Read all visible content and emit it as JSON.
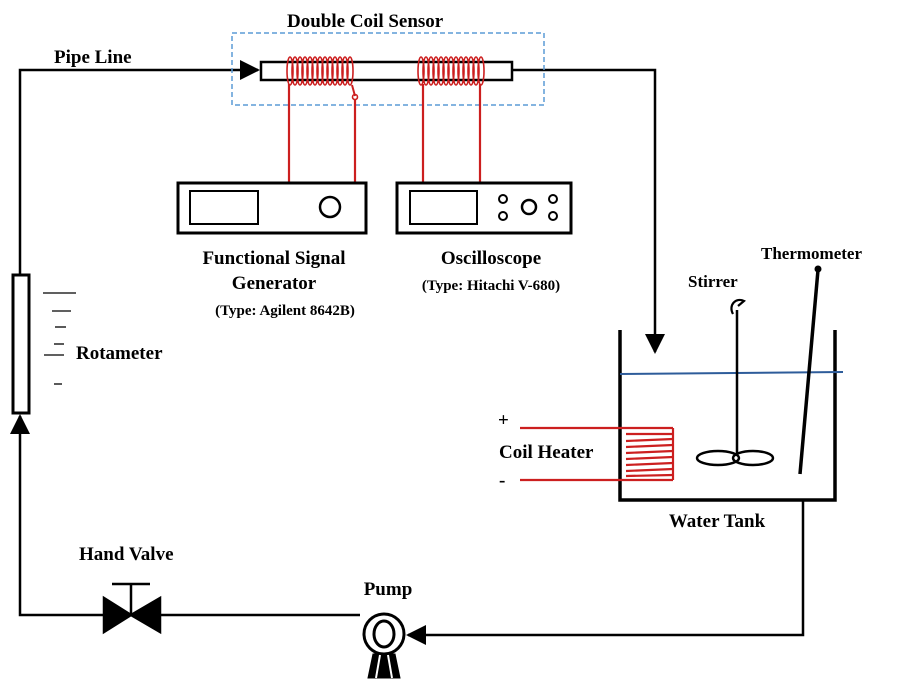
{
  "labels": {
    "double_coil_sensor": "Double Coil Sensor",
    "pipe_line": "Pipe Line",
    "signal_generator_line1": "Functional Signal",
    "signal_generator_line2": "Generator",
    "signal_generator_type": "(Type: Agilent 8642B)",
    "oscilloscope": "Oscilloscope",
    "oscilloscope_type": "(Type: Hitachi V-680)",
    "thermometer": "Thermometer",
    "stirrer": "Stirrer",
    "rotameter": "Rotameter",
    "coil_heater": "Coil Heater",
    "heater_plus": "+",
    "heater_minus": "-",
    "water_tank": "Water Tank",
    "hand_valve": "Hand Valve",
    "pump": "Pump"
  },
  "colors": {
    "coil": "#cc1f1f",
    "line": "#000000",
    "sensor_box": "#5b9bd5",
    "water": "#2e5c9a"
  },
  "icons": [
    "rotameter-icon",
    "hand-valve-icon",
    "pump-icon",
    "stirrer-icon",
    "thermometer-icon",
    "coil-heater-icon",
    "signal-generator-icon",
    "oscilloscope-icon"
  ]
}
